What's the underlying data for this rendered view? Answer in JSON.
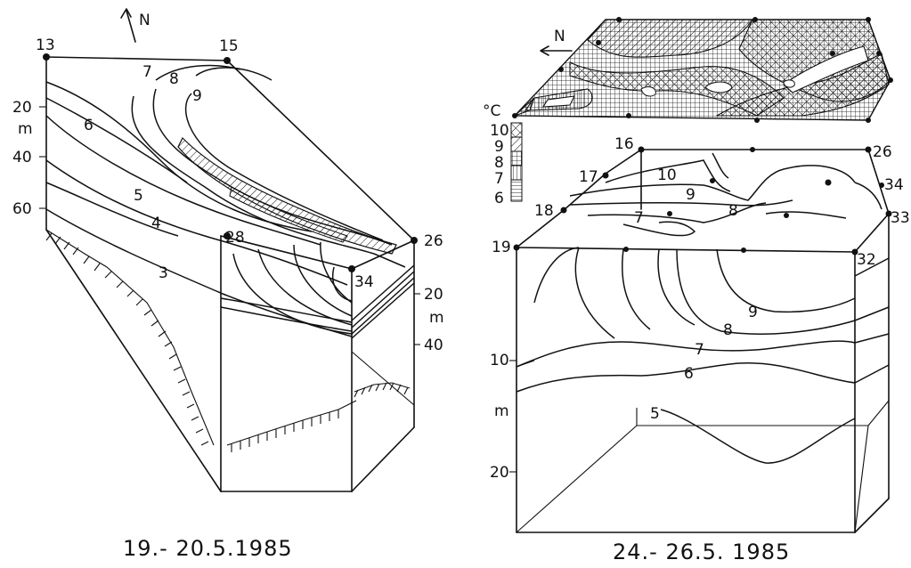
{
  "left_panel": {
    "north_label": "N",
    "stations": [
      "13",
      "15",
      "28",
      "26",
      "34"
    ],
    "depth_labels_left": [
      "20",
      "m",
      "40",
      "60"
    ],
    "depth_labels_right": [
      "20",
      "m",
      "40"
    ],
    "isotherm_labels": [
      "7",
      "8",
      "9",
      "6",
      "5",
      "4",
      "3"
    ],
    "date": "19.- 20.5.1985"
  },
  "right_panel": {
    "north_label": "N",
    "legend_unit": "°C",
    "legend_values": [
      "10",
      "9",
      "8",
      "7",
      "6"
    ],
    "stations": [
      "16",
      "26",
      "17",
      "34",
      "18",
      "33",
      "19",
      "32"
    ],
    "isotherm_labels": [
      "10",
      "9",
      "8",
      "7",
      "9",
      "8",
      "7",
      "6",
      "5"
    ],
    "depth_labels": [
      "10",
      "m",
      "20"
    ],
    "date": "24.- 26.5. 1985"
  }
}
